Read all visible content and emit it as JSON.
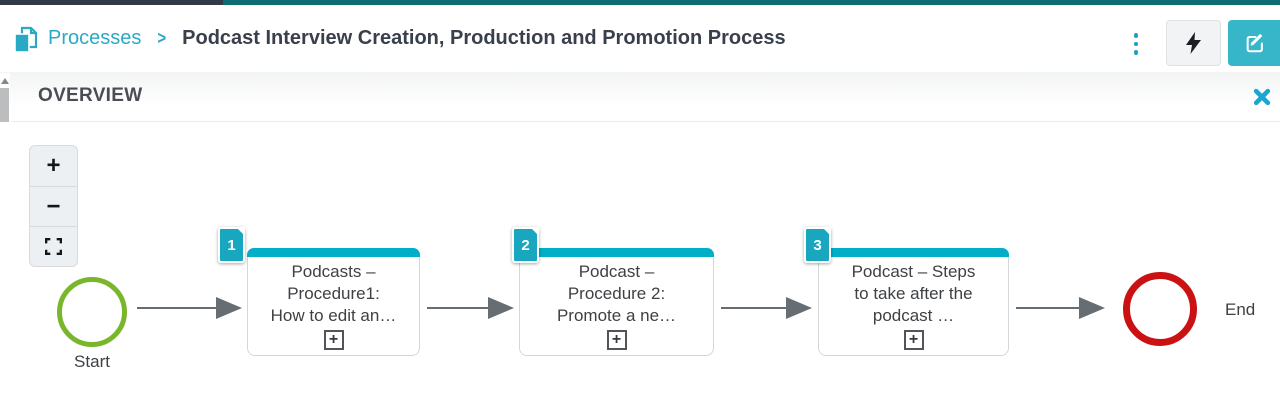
{
  "topbar": {
    "breadcrumb": "Processes",
    "chevron": ">",
    "title": "Podcast Interview Creation, Production and Promotion Process"
  },
  "panel": {
    "title": "OVERVIEW"
  },
  "zoom_controls": {
    "zoom_in": "+",
    "zoom_out": "−"
  },
  "diagram": {
    "start_label": "Start",
    "end_label": "End",
    "nodes": [
      {
        "badge": "1",
        "lines": [
          "Podcasts –",
          "Procedure1:",
          "How to edit an…"
        ],
        "expander": "+"
      },
      {
        "badge": "2",
        "lines": [
          "Podcast –",
          "Procedure 2:",
          "Promote a ne…"
        ],
        "expander": "+"
      },
      {
        "badge": "3",
        "lines": [
          "Podcast – Steps",
          "to take after the",
          "podcast …"
        ],
        "expander": "+"
      }
    ]
  },
  "icons": {
    "breadcrumb_icon": "pages-copy-icon",
    "menu_icon": "kebab-vertical-icon",
    "quick_action_icon": "lightning-bolt-icon",
    "edit_icon": "edit-pencil-square-icon",
    "close_icon": "close-x-icon",
    "fullscreen_icon": "fullscreen-corners-icon",
    "expander_icon": "plus-box-icon"
  },
  "colors": {
    "accent_teal": "#2aa9c6",
    "node_bar_cyan": "#00aec7",
    "badge_teal": "#18a7bf",
    "edit_button_teal": "#38b6c9",
    "start_green": "#79b62c",
    "end_red": "#cb1212",
    "strip_navy": "#323a48",
    "strip_teal": "#0c6b73",
    "arrow_gray": "#666e74"
  }
}
